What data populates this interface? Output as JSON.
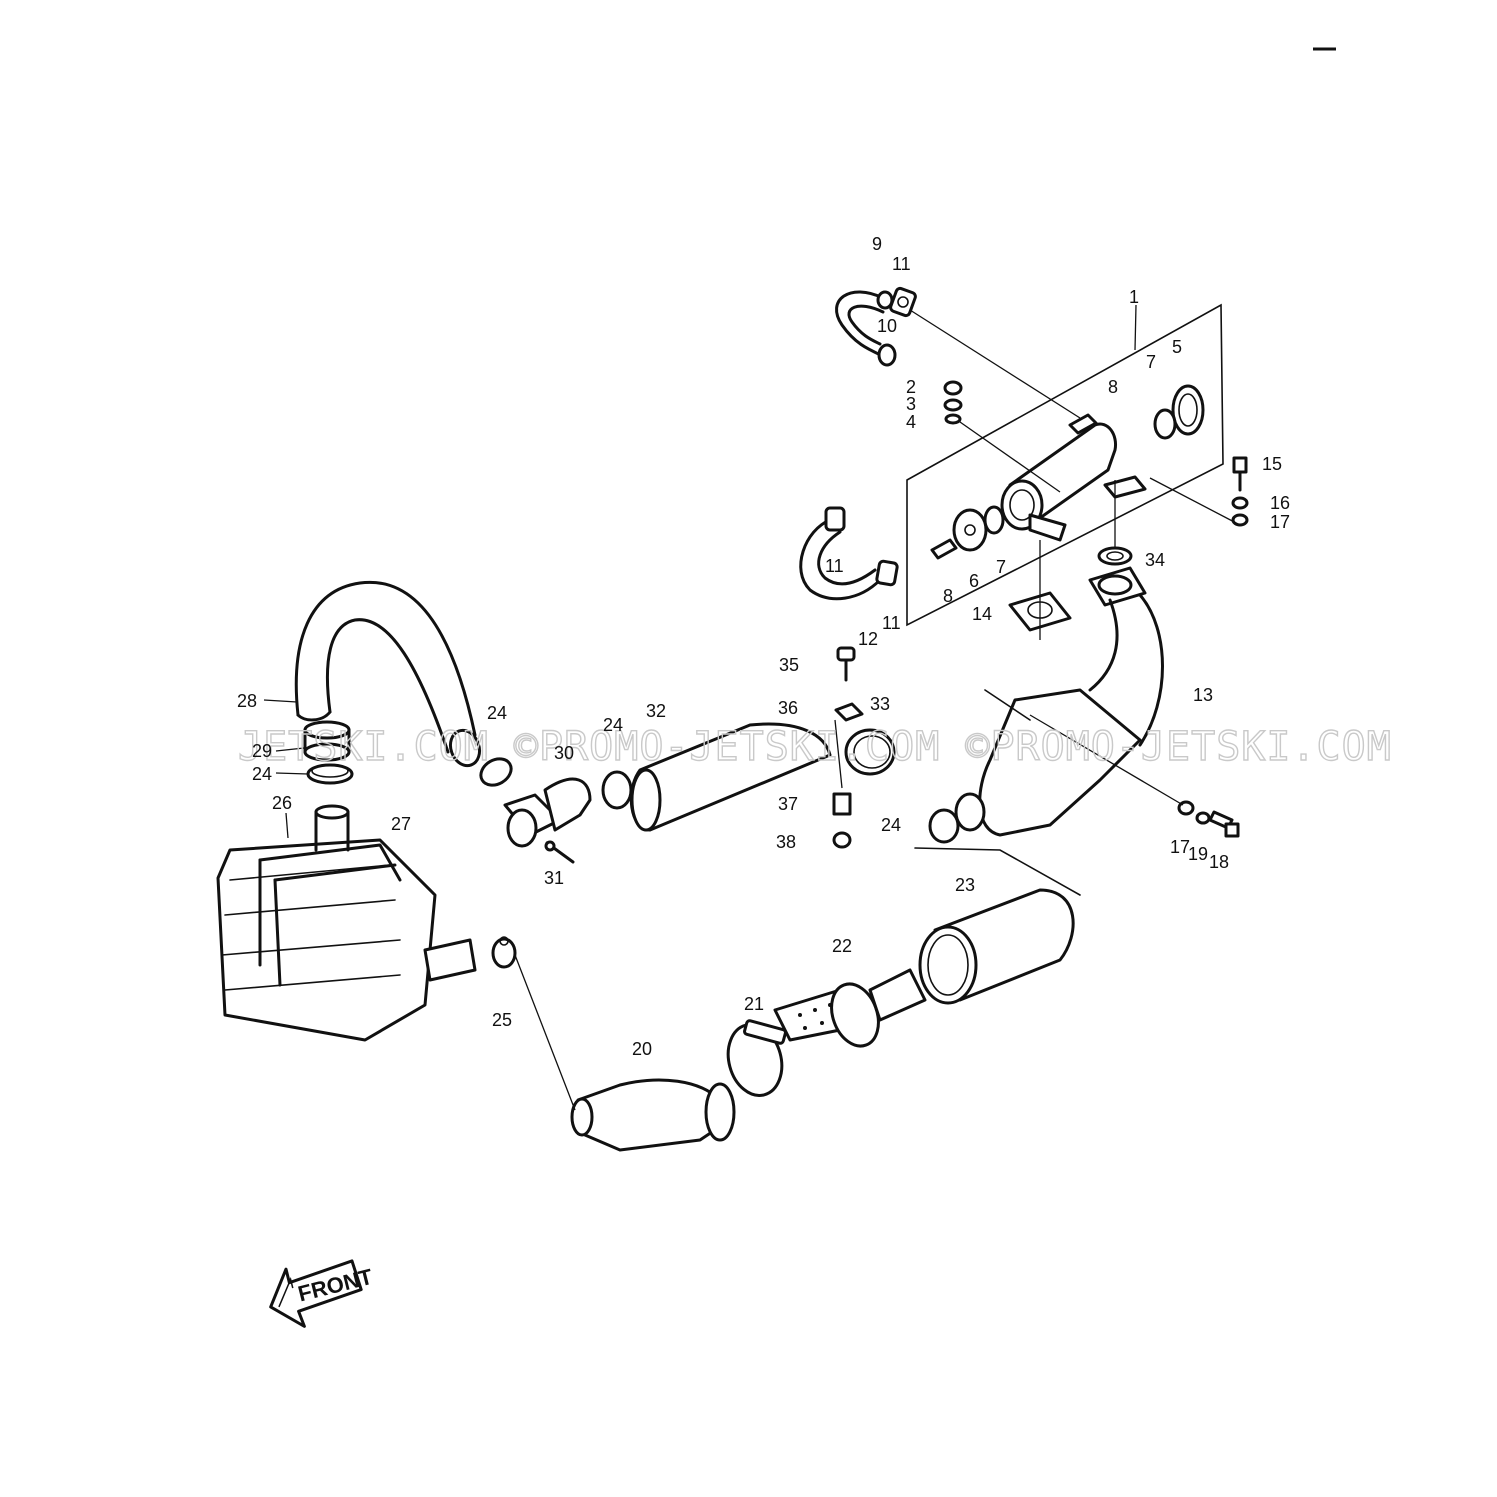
{
  "watermark": "JETSKI.COM ©PROMO-JETSKI.COM ©PROMO-JETSKI.COM",
  "direction_arrow": "FRONT",
  "callouts": [
    {
      "id": "c1",
      "text": "1"
    },
    {
      "id": "c2",
      "text": "2"
    },
    {
      "id": "c3",
      "text": "3"
    },
    {
      "id": "c4",
      "text": "4"
    },
    {
      "id": "c5",
      "text": "5"
    },
    {
      "id": "c6",
      "text": "6"
    },
    {
      "id": "c7a",
      "text": "7"
    },
    {
      "id": "c7b",
      "text": "7"
    },
    {
      "id": "c8a",
      "text": "8"
    },
    {
      "id": "c8b",
      "text": "8"
    },
    {
      "id": "c9",
      "text": "9"
    },
    {
      "id": "c10",
      "text": "10"
    },
    {
      "id": "c11a",
      "text": "11"
    },
    {
      "id": "c11b",
      "text": "11"
    },
    {
      "id": "c11c",
      "text": "11"
    },
    {
      "id": "c12",
      "text": "12"
    },
    {
      "id": "c13",
      "text": "13"
    },
    {
      "id": "c14",
      "text": "14"
    },
    {
      "id": "c15",
      "text": "15"
    },
    {
      "id": "c16",
      "text": "16"
    },
    {
      "id": "c17a",
      "text": "17"
    },
    {
      "id": "c17b",
      "text": "17"
    },
    {
      "id": "c18",
      "text": "18"
    },
    {
      "id": "c19",
      "text": "19"
    },
    {
      "id": "c20",
      "text": "20"
    },
    {
      "id": "c21",
      "text": "21"
    },
    {
      "id": "c22",
      "text": "22"
    },
    {
      "id": "c23",
      "text": "23"
    },
    {
      "id": "c24a",
      "text": "24"
    },
    {
      "id": "c24b",
      "text": "24"
    },
    {
      "id": "c24c",
      "text": "24"
    },
    {
      "id": "c24d",
      "text": "24"
    },
    {
      "id": "c25",
      "text": "25"
    },
    {
      "id": "c26",
      "text": "26"
    },
    {
      "id": "c27",
      "text": "27"
    },
    {
      "id": "c28",
      "text": "28"
    },
    {
      "id": "c29",
      "text": "29"
    },
    {
      "id": "c30",
      "text": "30"
    },
    {
      "id": "c31",
      "text": "31"
    },
    {
      "id": "c32",
      "text": "32"
    },
    {
      "id": "c33",
      "text": "33"
    },
    {
      "id": "c34",
      "text": "34"
    },
    {
      "id": "c35",
      "text": "35"
    },
    {
      "id": "c36",
      "text": "36"
    },
    {
      "id": "c37",
      "text": "37"
    },
    {
      "id": "c38",
      "text": "38"
    }
  ]
}
